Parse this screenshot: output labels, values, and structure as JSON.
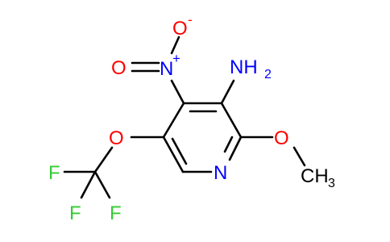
{
  "colors": {
    "bond": "#000000",
    "oxygen": "#ff0000",
    "nitrogen": "#0000ff",
    "fluorine": "#33cc33",
    "carbon_label": "#000000"
  },
  "labels": {
    "amino_nh": "NH",
    "amino_sub": "2",
    "nitro_n": "N",
    "nitro_plus": "+",
    "nitro_o_top": "O",
    "nitro_o_top_minus": "-",
    "nitro_o_left": "O",
    "ring_n": "N",
    "ether_o_left": "O",
    "ether_o_right": "O",
    "methyl_c": "CH",
    "methyl_sub": "3",
    "f_top": "F",
    "f_bottom_left": "F",
    "f_bottom_right": "F"
  }
}
